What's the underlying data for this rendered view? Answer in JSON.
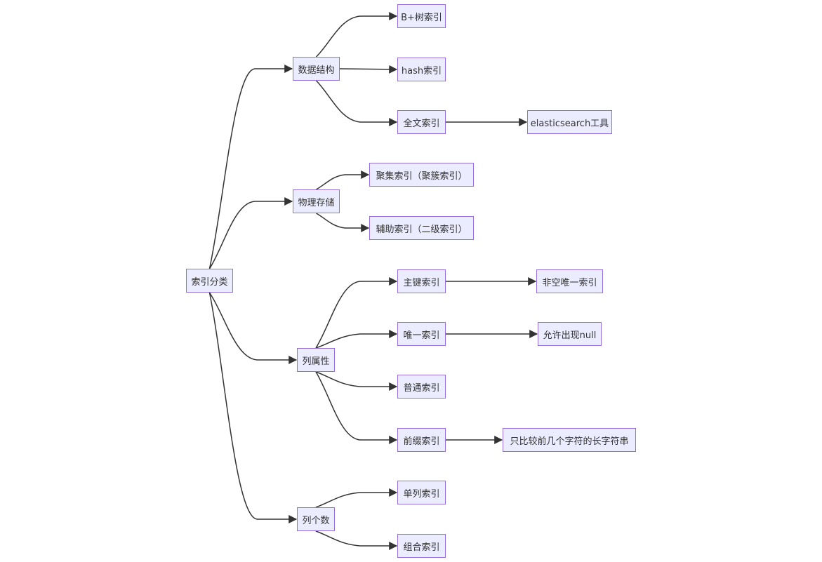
{
  "colors": {
    "node_fill": "#ececff",
    "node_border": "#9370db",
    "edge": "#333333",
    "text": "#333333"
  },
  "nodes": {
    "root": "索引分类",
    "data_structure": "数据结构",
    "btree": "B+树索引",
    "hash": "hash索引",
    "fulltext": "全文索引",
    "elasticsearch": "elasticsearch工具",
    "physical_storage": "物理存储",
    "clustered": "聚集索引（聚簇索引）",
    "secondary": "辅助索引（二级索引）",
    "column_attribute": "列属性",
    "primary_key": "主键索引",
    "non_null_unique": "非空唯一索引",
    "unique": "唯一索引",
    "allow_null": "允许出现null",
    "normal": "普通索引",
    "prefix": "前缀索引",
    "prefix_desc": "只比较前几个字符的长字符串",
    "column_count": "列个数",
    "single_column": "单列索引",
    "composite": "组合索引"
  },
  "edges": [
    [
      "root",
      "data_structure"
    ],
    [
      "root",
      "physical_storage"
    ],
    [
      "root",
      "column_attribute"
    ],
    [
      "root",
      "column_count"
    ],
    [
      "data_structure",
      "btree"
    ],
    [
      "data_structure",
      "hash"
    ],
    [
      "data_structure",
      "fulltext"
    ],
    [
      "fulltext",
      "elasticsearch"
    ],
    [
      "physical_storage",
      "clustered"
    ],
    [
      "physical_storage",
      "secondary"
    ],
    [
      "column_attribute",
      "primary_key"
    ],
    [
      "primary_key",
      "non_null_unique"
    ],
    [
      "column_attribute",
      "unique"
    ],
    [
      "unique",
      "allow_null"
    ],
    [
      "column_attribute",
      "normal"
    ],
    [
      "column_attribute",
      "prefix"
    ],
    [
      "prefix",
      "prefix_desc"
    ],
    [
      "column_count",
      "single_column"
    ],
    [
      "column_count",
      "composite"
    ]
  ]
}
